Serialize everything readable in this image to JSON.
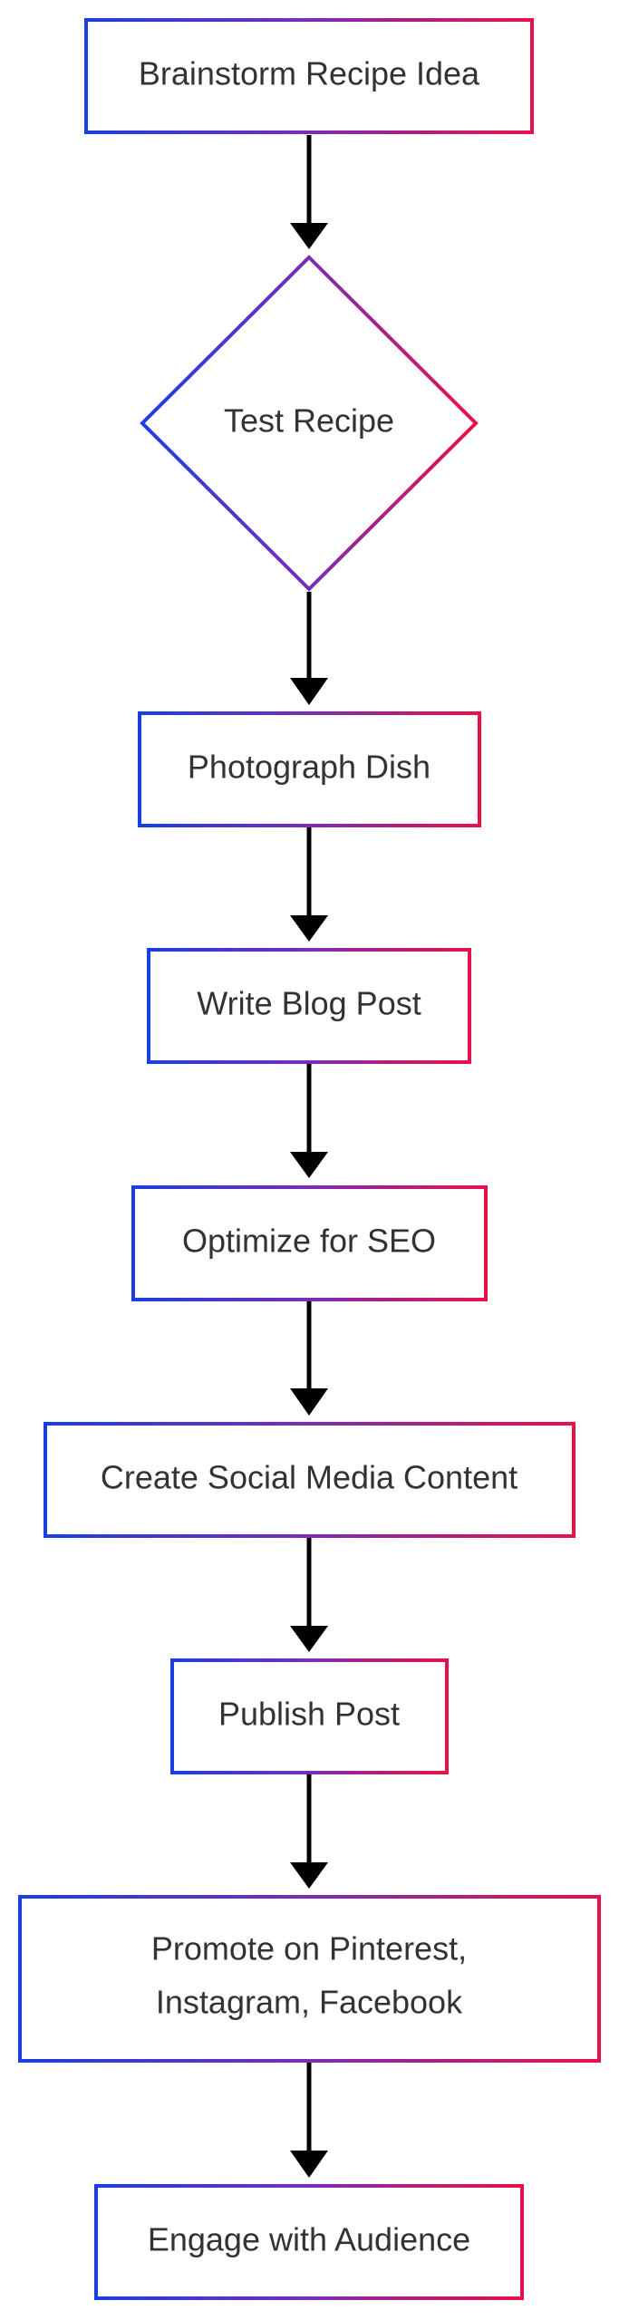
{
  "diagram": {
    "type": "flowchart",
    "direction": "top-to-bottom",
    "colors": {
      "border_gradient_start": "#1a3fe0",
      "border_gradient_mid": "#7a2db5",
      "border_gradient_end": "#e8104a",
      "text": "#333333",
      "edge": "#000000",
      "background": "#ffffff"
    },
    "nodes": [
      {
        "id": "brainstorm",
        "shape": "rectangle",
        "label": "Brainstorm Recipe Idea"
      },
      {
        "id": "test",
        "shape": "diamond",
        "label": "Test Recipe"
      },
      {
        "id": "photograph",
        "shape": "rectangle",
        "label": "Photograph Dish"
      },
      {
        "id": "write",
        "shape": "rectangle",
        "label": "Write Blog Post"
      },
      {
        "id": "seo",
        "shape": "rectangle",
        "label": "Optimize for SEO"
      },
      {
        "id": "social",
        "shape": "rectangle",
        "label": "Create Social Media Content"
      },
      {
        "id": "publish",
        "shape": "rectangle",
        "label": "Publish Post"
      },
      {
        "id": "promote",
        "shape": "rectangle",
        "label_lines": [
          "Promote on Pinterest,",
          "Instagram, Facebook"
        ]
      },
      {
        "id": "engage",
        "shape": "rectangle",
        "label": "Engage with Audience"
      }
    ],
    "edges": [
      {
        "from": "brainstorm",
        "to": "test"
      },
      {
        "from": "test",
        "to": "photograph"
      },
      {
        "from": "photograph",
        "to": "write"
      },
      {
        "from": "write",
        "to": "seo"
      },
      {
        "from": "seo",
        "to": "social"
      },
      {
        "from": "social",
        "to": "publish"
      },
      {
        "from": "publish",
        "to": "promote"
      },
      {
        "from": "promote",
        "to": "engage"
      }
    ]
  }
}
